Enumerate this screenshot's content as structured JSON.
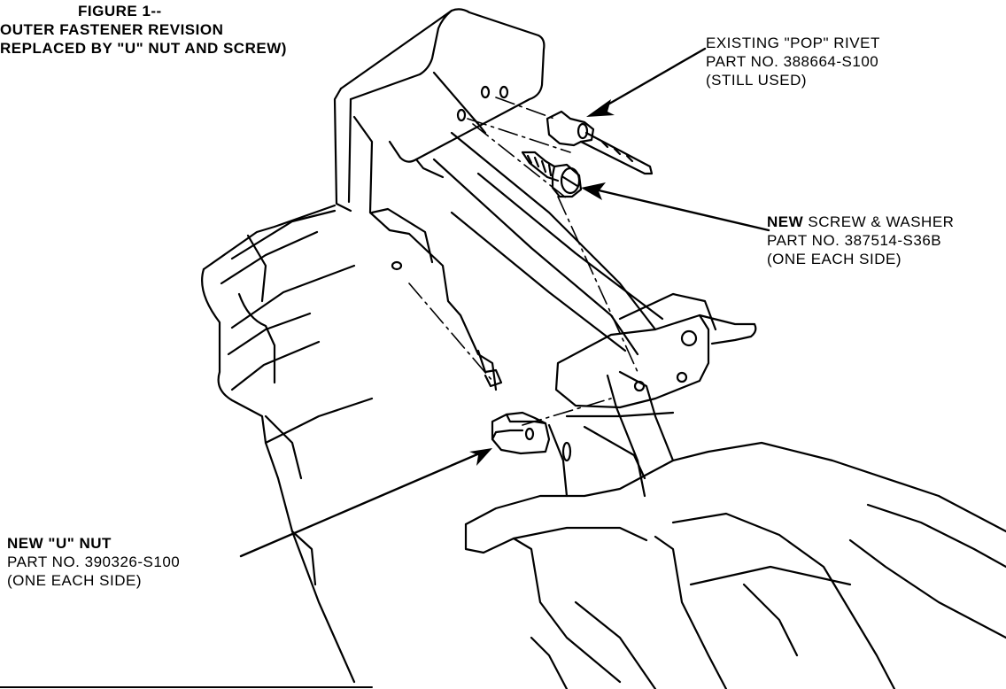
{
  "figure": {
    "title_line1": "FIGURE 1--",
    "title_line2": "OUTER FASTENER REVISION",
    "title_line3": "REPLACED BY \"U\" NUT AND SCREW)"
  },
  "callouts": {
    "rivet": {
      "line1": "EXISTING \"POP\" RIVET",
      "line2": "PART NO. 388664-S100",
      "line3": "(STILL USED)"
    },
    "screw": {
      "line1_bold": "NEW",
      "line1_rest": " SCREW & WASHER",
      "line2": "PART NO. 387514-S36B",
      "line3": "(ONE EACH SIDE)"
    },
    "u_nut": {
      "line1": "NEW \"U\" NUT",
      "line2": "PART NO. 390326-S100",
      "line3": "(ONE EACH SIDE)"
    }
  },
  "colors": {
    "ink": "#000000",
    "paper": "#ffffff"
  }
}
